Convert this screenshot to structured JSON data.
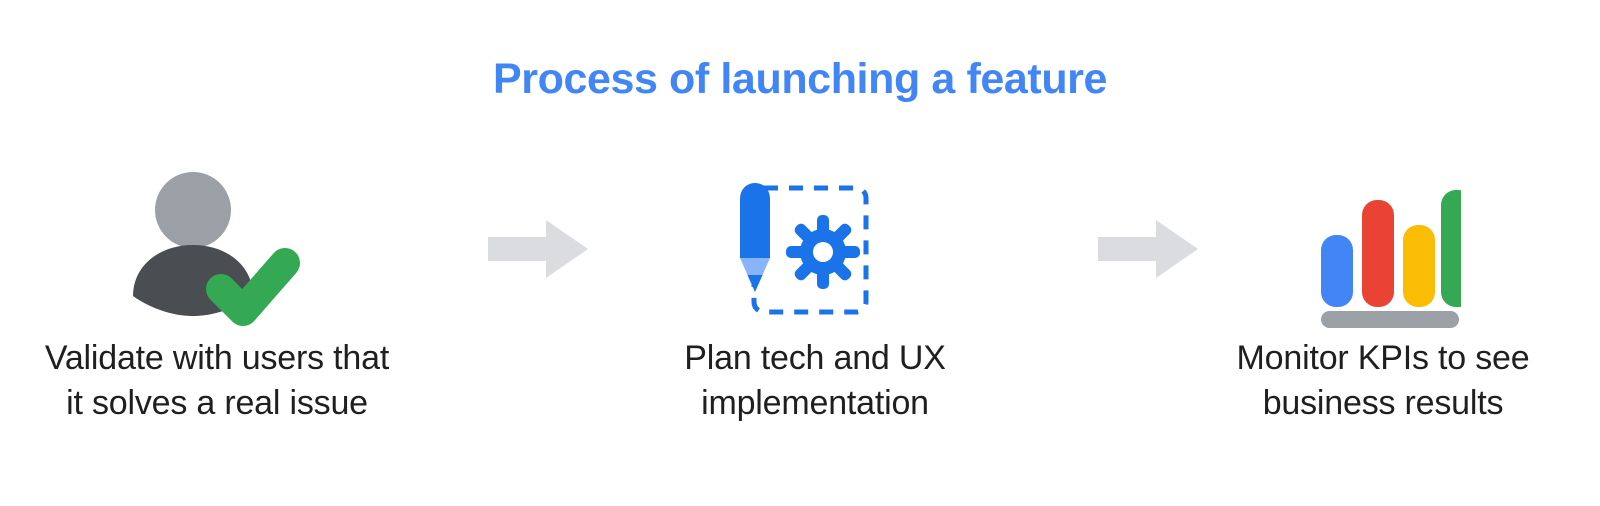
{
  "title": "Process of launching a feature",
  "colors": {
    "title_blue": "#4285F4",
    "arrow_gray": "#DADCE0",
    "person_head_gray": "#9AA0A6",
    "person_body_gray": "#4A4E53",
    "check_green": "#34A853",
    "pencil_blue": "#1A73E8",
    "pencil_tip_blue": "#8AB4F8",
    "gear_blue": "#1A73E8",
    "dashed_blue": "#1A73E8",
    "bar_blue": "#4285F4",
    "bar_red": "#EA4335",
    "bar_yellow": "#FBBC04",
    "bar_green": "#34A853",
    "baseline_gray": "#9AA0A6"
  },
  "steps": [
    {
      "icon": "person-check-icon",
      "caption": "Validate with users that\nit solves a real issue"
    },
    {
      "icon": "pencil-gear-dashed-box-icon",
      "caption": "Plan tech and UX\nimplementation"
    },
    {
      "icon": "bar-chart-icon",
      "caption": "Monitor KPIs to see\nbusiness results"
    }
  ],
  "connectors": [
    {
      "icon": "arrow-right-icon"
    },
    {
      "icon": "arrow-right-icon"
    }
  ]
}
